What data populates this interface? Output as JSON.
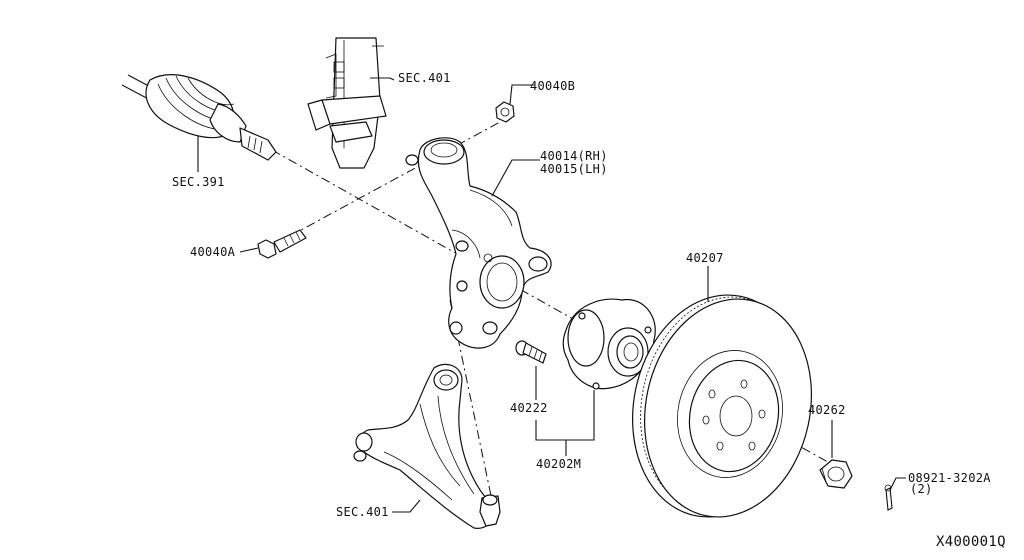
{
  "labels": {
    "sec391": "SEC.391",
    "sec401_top": "SEC.401",
    "sec401_bottom": "SEC.401",
    "p40040b": "40040B",
    "p40014": "40014(RH)",
    "p40015": "40015(LH)",
    "p40040a": "40040A",
    "p40207": "40207",
    "p40222": "40222",
    "p40202m": "40202M",
    "p40262": "40262",
    "p08921": "08921-3202A",
    "p08921_qty": "(2)",
    "diagram_code": "X400001Q"
  }
}
